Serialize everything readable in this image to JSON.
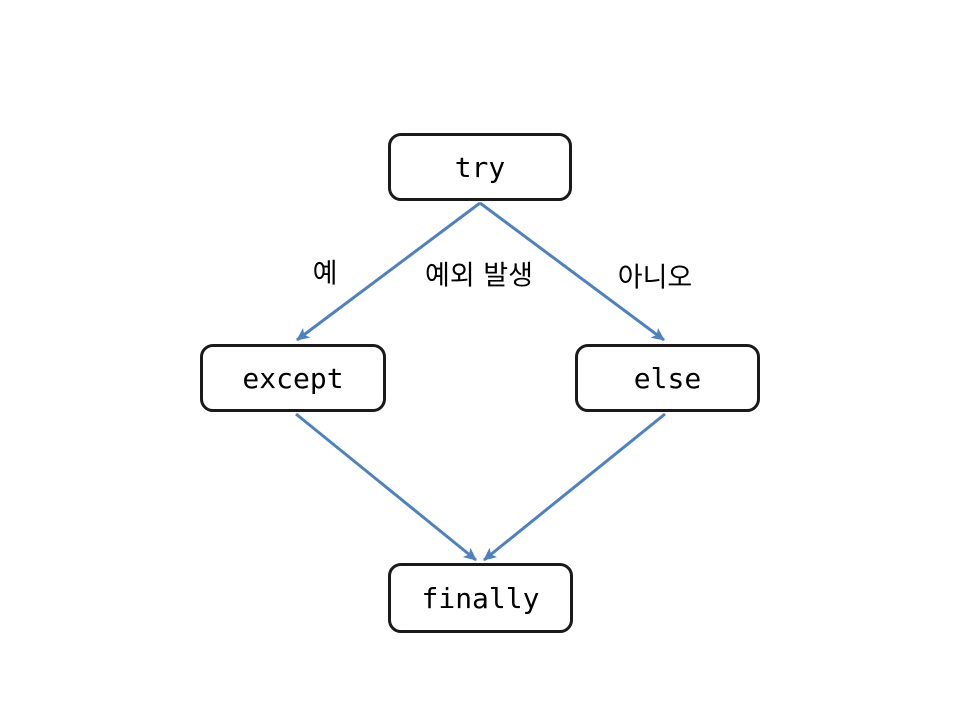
{
  "diagram": {
    "type": "flowchart",
    "nodes": [
      {
        "id": "try",
        "label": "try"
      },
      {
        "id": "except",
        "label": "except"
      },
      {
        "id": "else",
        "label": "else"
      },
      {
        "id": "finally",
        "label": "finally"
      }
    ],
    "edge_labels": [
      {
        "id": "yes",
        "text": "예"
      },
      {
        "id": "branch-condition",
        "text": "예외 발생"
      },
      {
        "id": "no",
        "text": "아니오"
      }
    ],
    "edges": [
      {
        "from": "try",
        "to": "except",
        "label": "예",
        "condition": "예외 발생"
      },
      {
        "from": "try",
        "to": "else",
        "label": "아니오",
        "condition": "예외 발생"
      },
      {
        "from": "except",
        "to": "finally",
        "label": ""
      },
      {
        "from": "else",
        "to": "finally",
        "label": ""
      }
    ],
    "colors": {
      "connector": "#4f81bd",
      "node_border": "#1a1a1a",
      "node_fill": "#ffffff",
      "text": "#000000",
      "background": "#ffffff"
    }
  }
}
